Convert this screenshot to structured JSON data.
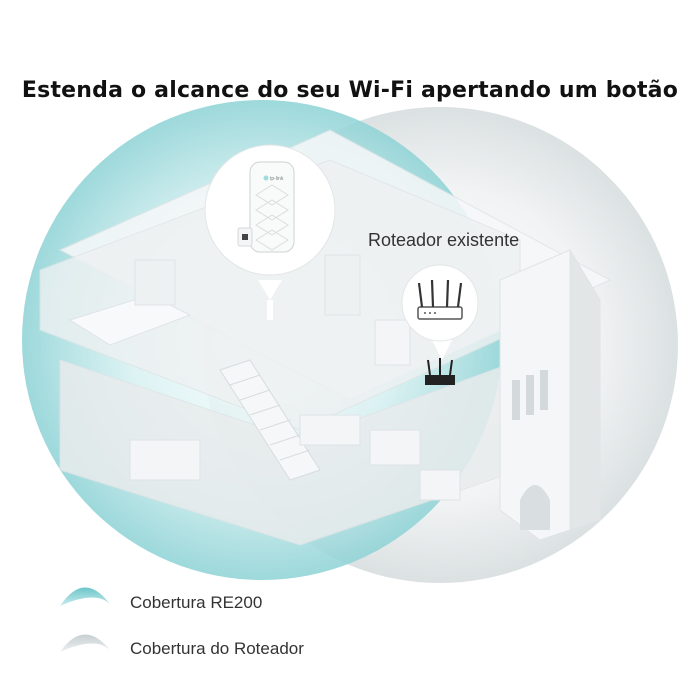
{
  "title": "Estenda o alcance do seu Wi-Fi apertando um botão",
  "device_brand": "tp-link",
  "router_label": "Roteador existente",
  "legend": [
    {
      "label": "Cobertura RE200",
      "color": "#7ecdd0"
    },
    {
      "label": "Cobertura do Roteador",
      "color": "#cfd8da"
    }
  ],
  "colors": {
    "extender_coverage": "#9fdcde",
    "router_coverage": "#e3e7e8",
    "house": "#f1f3f4"
  }
}
